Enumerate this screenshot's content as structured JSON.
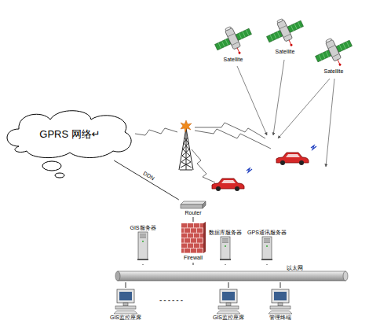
{
  "diagram": {
    "nodes": [
      {
        "text": [
          "Satellite"
        ]
      },
      {
        "text": [
          "Satellite"
        ]
      },
      {
        "text": [
          "Satellite"
        ]
      },
      {
        "text": [
          "GPRS 网络↵"
        ]
      },
      {
        "text": [
          "Router"
        ]
      },
      {
        "text": [
          "GIS服务器"
        ]
      },
      {
        "text": [
          "Firewall"
        ]
      },
      {
        "text": [
          "数据库服务器"
        ]
      },
      {
        "text": [
          "GPS通讯服务器"
        ]
      },
      {
        "text": [
          "以太网"
        ]
      },
      {
        "text": [
          "GIS监控座席"
        ]
      },
      {
        "text": [
          "GIS监控座席"
        ]
      },
      {
        "text": [
          "管理终端"
        ]
      }
    ],
    "edges": [
      {
        "from": 3,
        "to": 4,
        "label": "DDN",
        "arrow": "none"
      },
      {
        "from": 4,
        "to": 6,
        "arrow": "none"
      },
      {
        "from": 6,
        "to": 9,
        "arrow": "none"
      },
      {
        "from": 5,
        "to": 9,
        "arrow": "none"
      },
      {
        "from": 7,
        "to": 9,
        "arrow": "none"
      },
      {
        "from": 8,
        "to": 9,
        "arrow": "none"
      },
      {
        "from": 9,
        "to": 10,
        "arrow": "none"
      },
      {
        "from": 9,
        "to": 11,
        "arrow": "none"
      },
      {
        "from": 9,
        "to": 12,
        "arrow": "none"
      }
    ],
    "labels": [
      "------"
    ]
  }
}
